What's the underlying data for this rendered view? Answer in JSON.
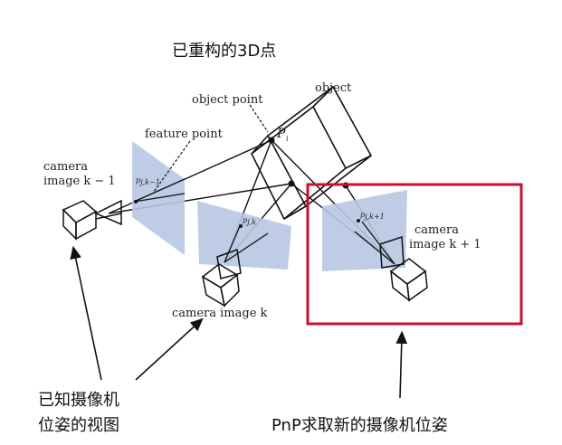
{
  "labels": {
    "reconstructed_3d_points": "已重构的3D点",
    "known_pose_views_line1": "已知摄像机",
    "known_pose_views_line2": "位姿的视图",
    "pnp_new_camera_pose": "PnP求取新的摄像机位姿"
  },
  "figure": {
    "object": "object",
    "object_point": "object point",
    "feature_point": "feature point",
    "point_i": "P",
    "point_i_sub": "i",
    "cam_prev_line1": "camera",
    "cam_prev_line2": "image k − 1",
    "cam_k": "camera image k",
    "cam_next_line1": "camera",
    "cam_next_line2": "image k + 1",
    "proj_prev": "p",
    "proj_prev_sub": "j,k−1",
    "proj_k": "p",
    "proj_k_sub": "j,k",
    "proj_next": "p",
    "proj_next_sub": "j,k+1"
  },
  "colors": {
    "image_plane": "#b7c8e2",
    "highlight_box": "#c8102e",
    "ink": "#111111"
  }
}
